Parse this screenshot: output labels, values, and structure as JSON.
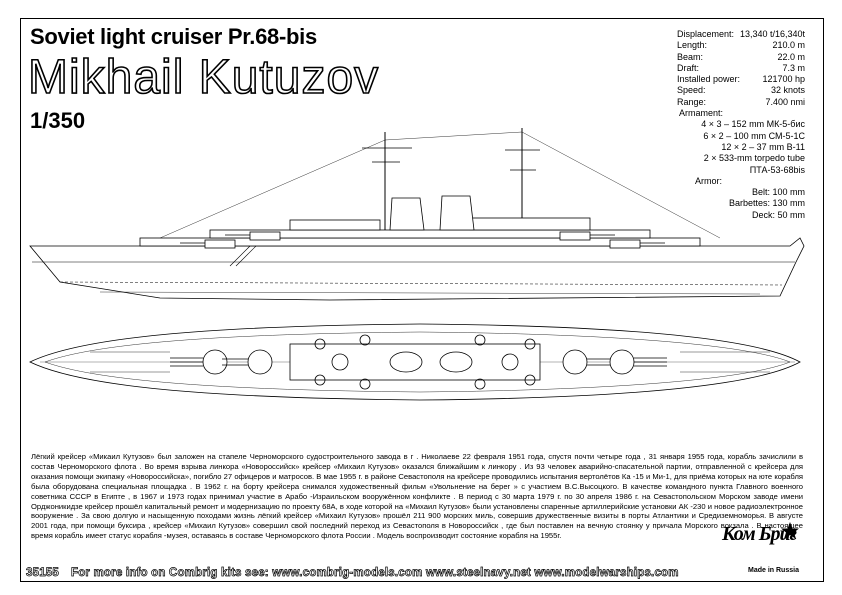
{
  "title_line1": "Soviet light cruiser Pr.68-bis",
  "ship_name": "Mikhail Kutuzov",
  "scale": "1/350",
  "specs": [
    {
      "label": "Displacement:",
      "value": "13,340 t/16,340t"
    },
    {
      "label": "Length:",
      "value": "210.0 m"
    },
    {
      "label": "Beam:",
      "value": "22.0 m"
    },
    {
      "label": "Draft:",
      "value": "7.3 m"
    },
    {
      "label": "Installed power:",
      "value": "121700 hp"
    },
    {
      "label": "Speed:",
      "value": "32 knots"
    },
    {
      "label": "Range:",
      "value": "7.400 nmi"
    }
  ],
  "armament_heading": "Armament:",
  "armament": [
    "4 × 3 – 152 mm  МК-5-бис",
    "6 × 2 – 100 mm СМ-5-1С",
    "12 × 2 – 37 mm В-11",
    "2 × 533-mm torpedo tube",
    "ПТА-53-68bis"
  ],
  "armor_heading": "Armor:",
  "armor": [
    "Belt: 100 mm",
    "Barbettes: 130 mm",
    "Deck: 50 mm"
  ],
  "description": "Лёгкий крейсер «Микаил Кутузов» был заложен на стапеле Черноморского судостроительного завода в г . Николаеве 22 февраля 1951 года, спустя почти четыре года , 31 января 1955 года, корабль зачислили в состав Черноморского флота . Во время взрыва линкора «Новороссийск» крейсер «Михаил Кутузов» оказался ближайшим к линкору . Из 93 человек аварийно-спасательной партии, отправленной с крейсера для оказания помощи экипажу «Новороссийска», погибло 27 офицеров и матросов. В мае 1955 г. в районе Севастополя на крейсере проводились испытания вертолётов Ка -15 и Ми-1, для приёма которых на юте корабля была оборудована специальная площадка . В 1962 г. на борту крейсера снимался художественный фильм «Увольнение на берег » с участием В.С.Высоцкого. В качестве командного пункта Главного военного советника СССР в Египте , в 1967 и 1973 годах принимал участие в Арабо -Израильском вооружённом конфликте . В период с 30 марта 1979 г. по 30 апреля 1986 г. на Севастопольском Морском заводе имени Орджоникидзе крейсер прошёл капитальный ремонт и модернизацию по проекту 68А, в ходе которой на «Михаил Кутузов» были установлены спаренные артиллерийские установки АК -230 и новое радиоэлектронное вооружение . За свою долгую и насыщенную походами жизнь лёгкий крейсер «Михаил Кутузов» прошёл 211 900 морских миль, совершив дружественные визиты в порты Атлантики и Средиземноморья. В августе 2001 года, при помощи буксира , крейсер «Михаил Кутузов» совершил свой последний переход из Севастополя в Новороссийск , где был поставлен на вечную стоянку у причала Морского вокзала . В настоящее время корабль имеет статус корабля -музея, оставаясь в составе Черноморского флота России . Модель воспроизводит состояние корабля на 1955г.",
  "footer_code": "35155",
  "footer_text": "For more info on Combrig kits see: www.combrig-models.com www.steelnavy.net www.modelwarships.com",
  "logo_brand": "Ком Бриг",
  "logo_made": "Made in Russia"
}
